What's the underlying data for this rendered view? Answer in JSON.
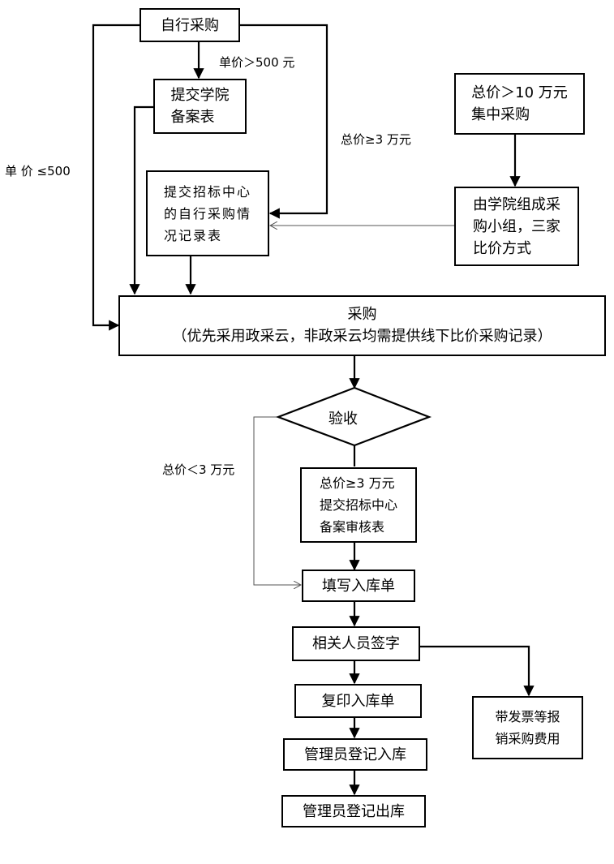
{
  "nodes": {
    "self_purchase": "自行采购",
    "submit_college": "提交学院\n备案表",
    "submit_center_record": "提交招标中心\n的自行采购情\n况记录表",
    "total_over_10w": "总价＞10 万元\n集中采购",
    "college_group": "由学院组成采\n购小组，三家\n比价方式",
    "purchase_title": "采购",
    "purchase_note": "（优先采用政采云，非政采云均需提供线下比价采购记录）",
    "acceptance": "验收",
    "total_ge_3w_review": "总价≥3 万元\n提交招标中心\n备案审核表",
    "fill_inbound": "填写入库单",
    "sign": "相关人员签字",
    "copy_inbound": "复印入库单",
    "admin_inbound": "管理员登记入库",
    "admin_outbound": "管理员登记出库",
    "reimburse": "带发票等报\n销采购费用"
  },
  "edge_labels": {
    "unit_gt_500": "单价＞500 元",
    "unit_le_500": "单 价 ≤500",
    "total_ge_3w": "总价≥3 万元",
    "total_lt_3w": "总价＜3 万元"
  },
  "colors": {
    "line": "#000000",
    "thin_line": "#555555",
    "background": "#ffffff"
  }
}
